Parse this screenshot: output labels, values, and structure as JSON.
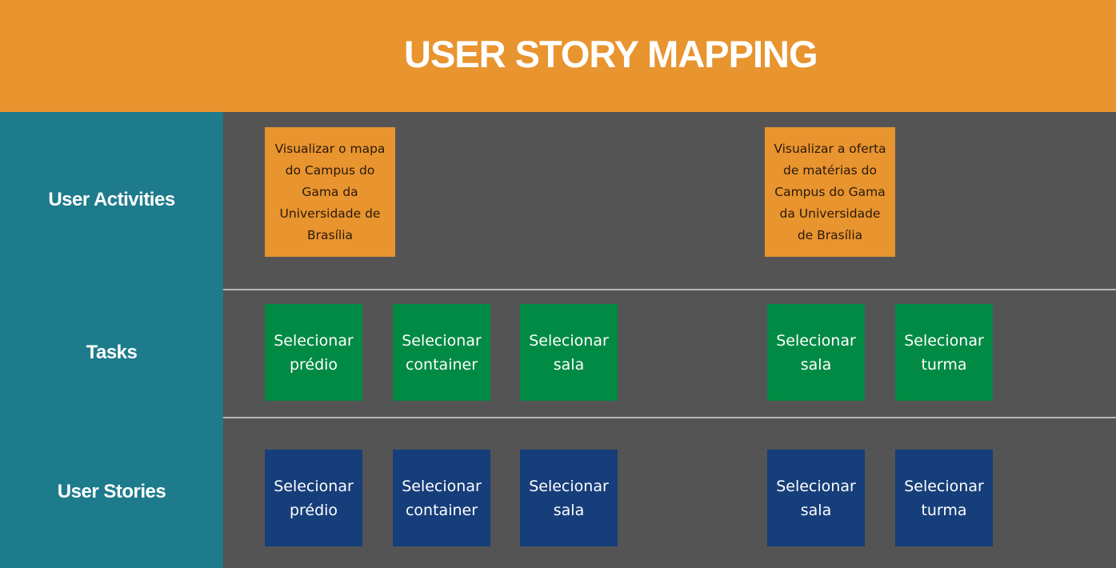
{
  "title": "USER STORY MAPPING",
  "rows": {
    "activities_label": "User Activities",
    "tasks_label": "Tasks",
    "stories_label": "User Stories"
  },
  "activities": [
    "Visualizar o mapa do Campus do Gama da Universidade de Brasília",
    "Visualizar a oferta de matérias do Campus do Gama da Universidade de Brasília"
  ],
  "tasks": [
    "Selecionar prédio",
    "Selecionar container",
    "Selecionar sala",
    "Selecionar sala",
    "Selecionar turma"
  ],
  "stories": [
    "Selecionar prédio",
    "Selecionar container",
    "Selecionar sala",
    "Selecionar sala",
    "Selecionar turma"
  ],
  "colors": {
    "header": "#e8942f",
    "sidebar": "#1e7b8c",
    "canvas": "#545454",
    "activity_card": "#e8942f",
    "task_card": "#008a43",
    "story_card": "#163e7a",
    "divider": "#b8b8b8"
  }
}
